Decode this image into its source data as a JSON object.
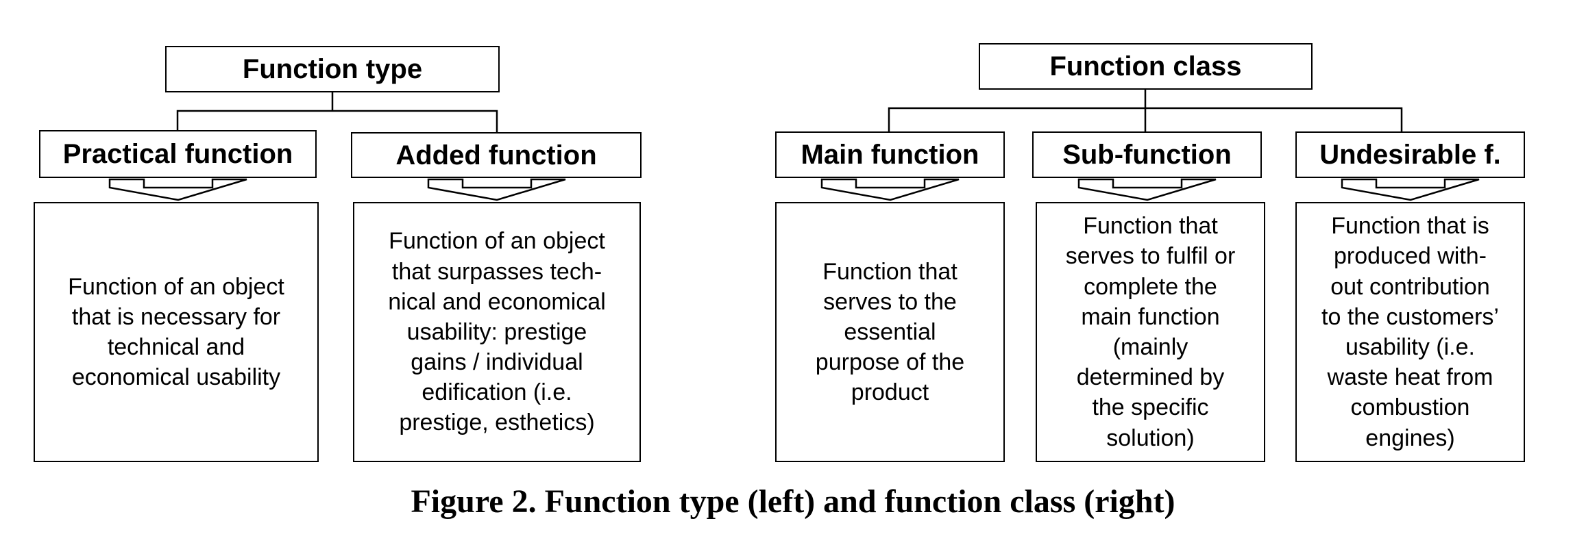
{
  "left_tree": {
    "root": "Function type",
    "children": [
      {
        "title": "Practical function",
        "description": [
          "Function of an object",
          "that is necessary for",
          "technical and",
          "economical usability"
        ]
      },
      {
        "title": "Added function",
        "description": [
          "Function of an object",
          "that surpasses tech-",
          "nical and economical",
          "usability: prestige",
          "gains / individual",
          "edification (i.e.",
          "prestige, esthetics)"
        ]
      }
    ]
  },
  "right_tree": {
    "root": "Function class",
    "children": [
      {
        "title": "Main function",
        "description": [
          "Function that",
          "serves to the",
          "essential",
          "purpose of the",
          "product"
        ]
      },
      {
        "title": "Sub-function",
        "description": [
          "Function that",
          "serves to fulfil or",
          "complete the",
          "main function",
          "(mainly",
          "determined by",
          "the specific",
          "solution)"
        ]
      },
      {
        "title": "Undesirable f.",
        "description": [
          "Function that is",
          "produced with-",
          "out contribution",
          "to the customers’",
          "usability (i.e.",
          "waste heat from",
          "combustion",
          "engines)"
        ]
      }
    ]
  },
  "caption": "Figure 2. Function type (left) and function class (right)"
}
